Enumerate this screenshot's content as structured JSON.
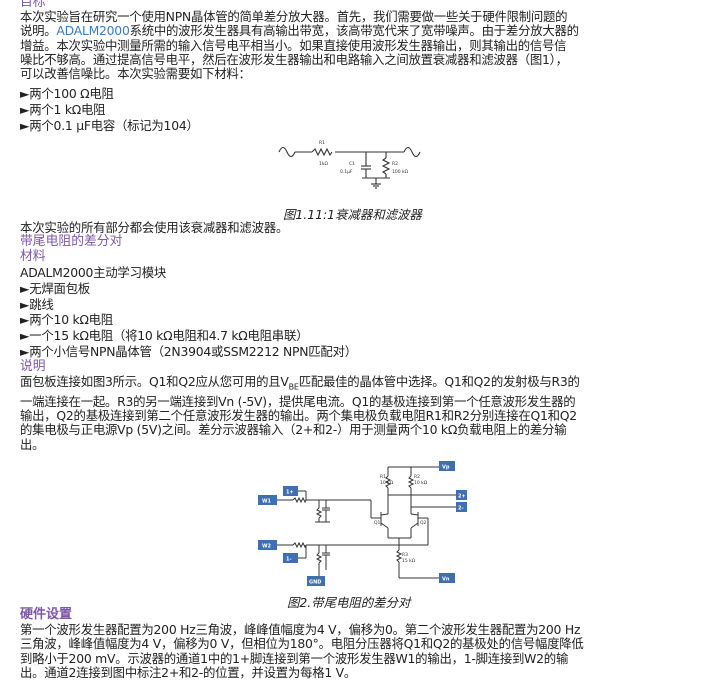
{
  "headings": {
    "objective": "目标",
    "diff_amp_tail": "带尾电阻的差分对",
    "materials": "材料",
    "description": "说明",
    "hardware_setup": "硬件设置"
  },
  "intro": {
    "line1": "本次实验旨在研究一个使用NPN晶体管的简单差分放大器。首先，我们需要做一些关于硬件限制问题的",
    "line2_pre": "说明。",
    "line2_link": "ADALM2000",
    "line2_post": "系统中的波形发生器具有高输出带宽，该高带宽代来了宽带噪声。由于差分放大器的",
    "line3": "增益。本次实验中测量所需的输入信号电平相当小。如果直接使用波形发生器输出，则其输出的信号信",
    "line4": "噪比不够高。通过提高信号电平，然后在波形发生器输出和电路输入之间放置衰减器和滤波器（图1），",
    "line5": "可以改善信噪比。本次实验需要如下材料："
  },
  "materials_1": [
    "►两个100 Ω电阻",
    "►两个1 kΩ电阻",
    "►两个0.1 µF电容（标记为104）"
  ],
  "figure1": {
    "caption": "图1.11:1衰减器和滤波器",
    "r1_label": "R1",
    "r1_value": "1kΩ",
    "c1_label": "C1",
    "c1_value": "0.1µF",
    "r2_label": "R2",
    "r2_value": "100 kΩ"
  },
  "after_fig1": "本次实验的所有部分都会使用该衰减器和滤波器。",
  "materials_2": {
    "module": "ADALM2000主动学习模块",
    "items": [
      "►无焊面包板",
      "►跳线",
      "►两个10 kΩ电阻",
      "►一个15 kΩ电阻（将10 kΩ电阻和4.7 kΩ电阻串联）",
      "►两个小信号NPN晶体管（2N3904或SSM2212 NPN匹配对）"
    ]
  },
  "description": {
    "line1_pre": "面包板连接如图3所示。Q1和Q2应从您可用的且V",
    "line1_sub": "BE",
    "line1_post": "匹配最佳的晶体管中选择。Q1和Q2的发射极与R3的",
    "line2": "一端连接在一起。R3的另一端连接到Vn (-5V)，提供尾电流。Q1的基极连接到第一个任意波形发生器的",
    "line3": "输出，Q2的基极连接到第二个任意波形发生器的输出。两个集电极负载电阻R1和R2分别连接在Q1和Q2",
    "line4": "的集电极与正电源Vp (5V)之间。差分示波器输入（2+和2-）用于测量两个10 kΩ负载电阻上的差分输",
    "line5": "出。"
  },
  "figure2": {
    "caption": "图2.带尾电阻的差分对",
    "vp": "Vp",
    "vn": "Vn",
    "w1": "W1",
    "w2": "W2",
    "one_plus": "1+",
    "one_minus": "1-",
    "two_plus": "2+",
    "two_minus": "2-",
    "gnd": "GND",
    "r1_label": "R1",
    "r1_value": "10 kΩ",
    "r2_label": "R2",
    "r2_value": "10 kΩ",
    "r3_label": "R3",
    "r3_value": "15 kΩ",
    "q1": "Q1",
    "q2": "Q2"
  },
  "hardware": {
    "line1": "第一个波形发生器配置为200 Hz三角波，峰峰值幅度为4 V，偏移为0。第二个波形发生器配置为200 Hz",
    "line2": "三角波，峰峰值幅度为4 V，偏移为0 V，但相位为180°。电阻分压器将Q1和Q2的基极处的信号幅度降低",
    "line3": "到略小于200 mV。示波器的通道1中的1+脚连接到第一个波形发生器W1的输出，1-脚连接到W2的输",
    "line4": "出。通道2连接到图中标注2+和2-的位置，并设置为每格1 V。"
  },
  "colors": {
    "heading": "#7e57a8",
    "link": "#3a7bbf",
    "chip_fill": "#3f6fae"
  }
}
